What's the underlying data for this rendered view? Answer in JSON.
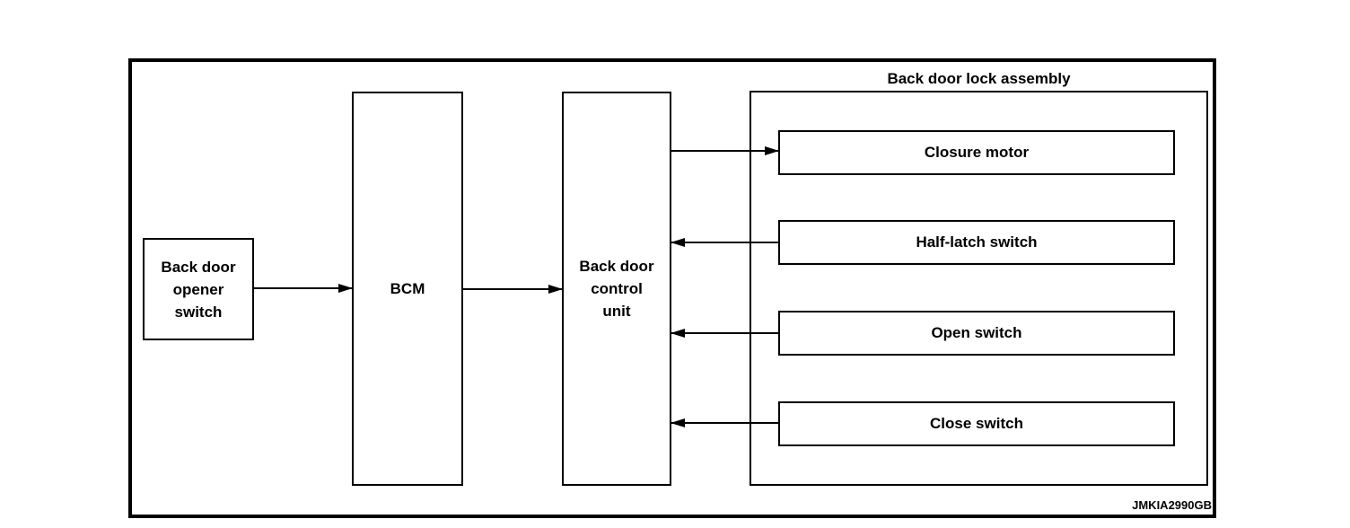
{
  "diagram": {
    "type": "block-diagram",
    "watermark": "JMKIA2990GB",
    "colors": {
      "line": "#000000",
      "background": "#ffffff",
      "text": "#000000"
    },
    "nodes": {
      "opener_switch": {
        "label": "Back door\nopener\nswitch"
      },
      "bcm": {
        "label": "BCM"
      },
      "control_unit": {
        "label": "Back door\ncontrol\nunit"
      }
    },
    "assembly": {
      "title": "Back door lock assembly",
      "components": [
        {
          "label": "Closure motor"
        },
        {
          "label": "Half-latch switch"
        },
        {
          "label": "Open switch"
        },
        {
          "label": "Close switch"
        }
      ]
    },
    "connections": [
      {
        "from": "Back door opener switch",
        "to": "BCM",
        "direction": "right"
      },
      {
        "from": "BCM",
        "to": "Back door control unit",
        "direction": "right"
      },
      {
        "from": "Back door control unit",
        "to": "Closure motor",
        "direction": "right"
      },
      {
        "from": "Half-latch switch",
        "to": "Back door control unit",
        "direction": "left"
      },
      {
        "from": "Open switch",
        "to": "Back door control unit",
        "direction": "left"
      },
      {
        "from": "Close switch",
        "to": "Back door control unit",
        "direction": "left"
      }
    ]
  }
}
